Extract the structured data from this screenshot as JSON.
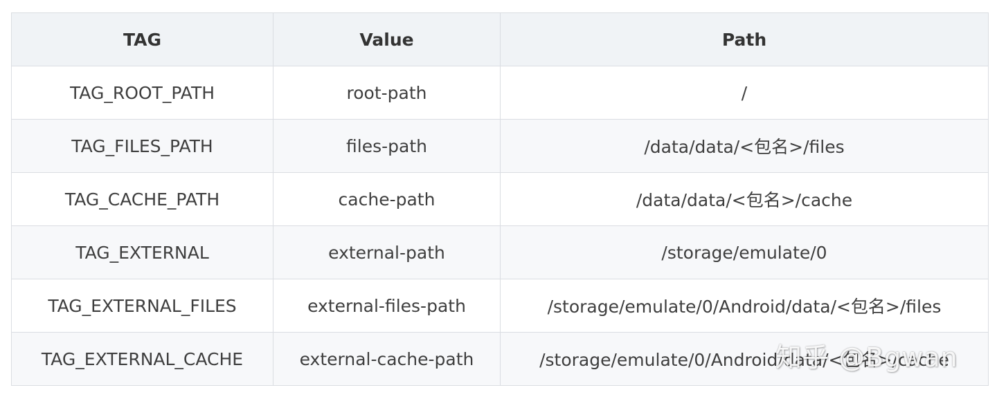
{
  "table": {
    "headers": [
      "TAG",
      "Value",
      "Path"
    ],
    "rows": [
      [
        "TAG_ROOT_PATH",
        "root-path",
        "/"
      ],
      [
        "TAG_FILES_PATH",
        "files-path",
        "/data/data/<包名>/files"
      ],
      [
        "TAG_CACHE_PATH",
        "cache-path",
        "/data/data/<包名>/cache"
      ],
      [
        "TAG_EXTERNAL",
        "external-path",
        "/storage/emulate/0"
      ],
      [
        "TAG_EXTERNAL_FILES",
        "external-files-path",
        "/storage/emulate/0/Android/data/<包名>/files"
      ],
      [
        "TAG_EXTERNAL_CACHE",
        "external-cache-path",
        "/storage/emulate/0/Android/data/<包名>/cache"
      ]
    ]
  },
  "watermark": {
    "text": "知乎 @Bgwan"
  },
  "colors": {
    "header_background": "#f0f3f6",
    "stripe_background": "#f7f8fa",
    "border": "#dadde2",
    "text": "#3e3e3e"
  }
}
